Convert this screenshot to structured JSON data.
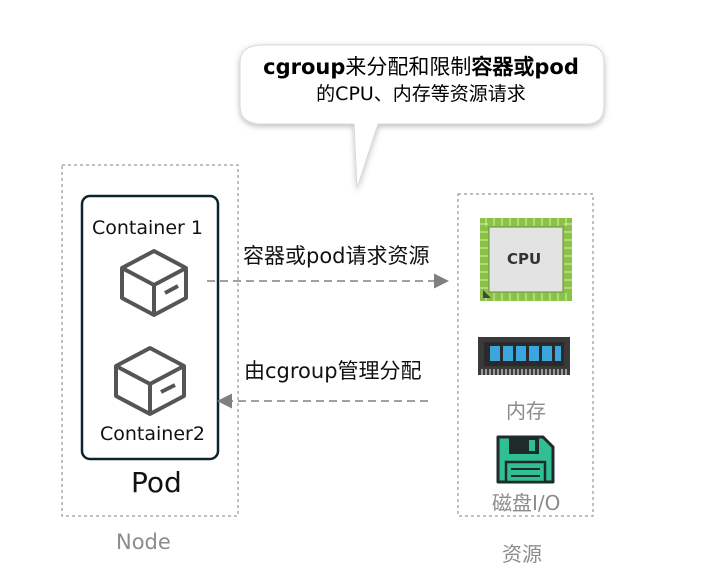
{
  "callout": {
    "line1_a": "cgroup",
    "line1_b": "来分配和限制",
    "line1_c": "容器或pod",
    "line2": "的CPU、内存等资源请求"
  },
  "pod": {
    "container1_label": "Container 1",
    "container2_label": "Container2",
    "pod_label": "Pod"
  },
  "node_label": "Node",
  "arrows": {
    "request_label": "容器或pod请求资源",
    "manage_label": "由cgroup管理分配"
  },
  "resources": {
    "cpu_label": "CPU",
    "memory_label": "内存",
    "disk_label": "磁盘I/O",
    "group_label": "资源"
  },
  "colors": {
    "box_stroke": "#0d2430",
    "dashed": "#808080",
    "cpu_green": "#8ac149",
    "memory_blue": "#3aa6dd",
    "disk_teal": "#2fbf91",
    "icon_gray": "#555555"
  }
}
